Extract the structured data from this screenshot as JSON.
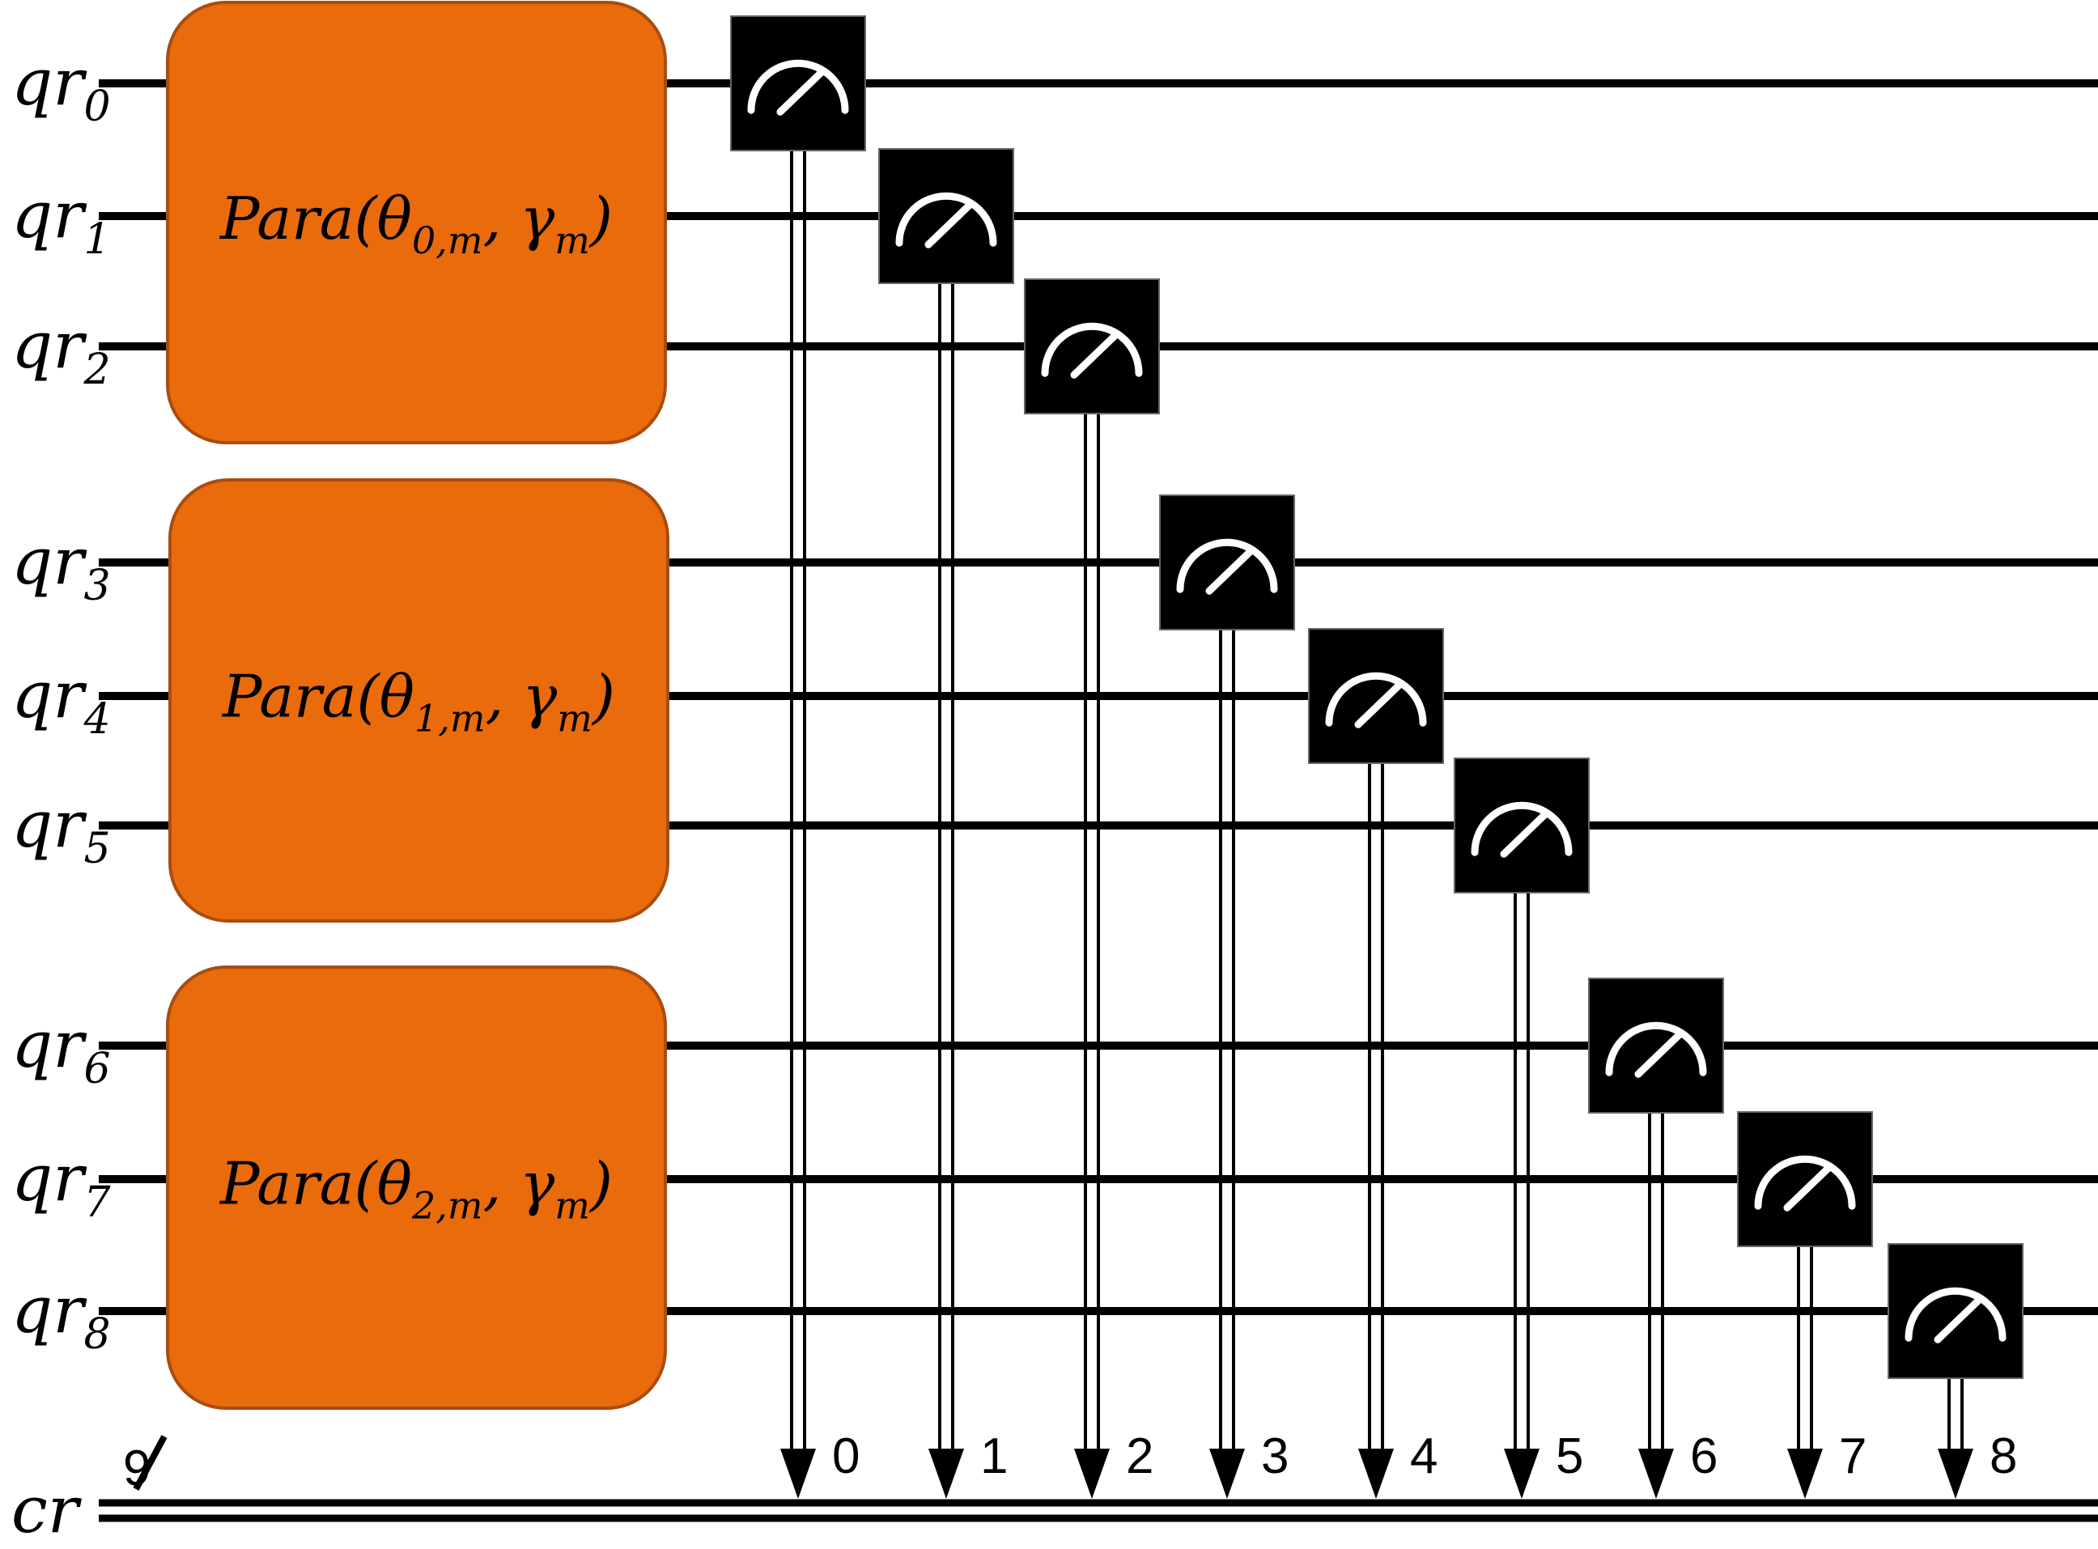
{
  "qubits": [
    {
      "base": "qr",
      "sub": "0"
    },
    {
      "base": "qr",
      "sub": "1"
    },
    {
      "base": "qr",
      "sub": "2"
    },
    {
      "base": "qr",
      "sub": "3"
    },
    {
      "base": "qr",
      "sub": "4"
    },
    {
      "base": "qr",
      "sub": "5"
    },
    {
      "base": "qr",
      "sub": "6"
    },
    {
      "base": "qr",
      "sub": "7"
    },
    {
      "base": "qr",
      "sub": "8"
    }
  ],
  "gates": [
    {
      "name": "Para",
      "theta_sub": "0,m",
      "gamma_sub": "m",
      "qubits": [
        0,
        1,
        2
      ]
    },
    {
      "name": "Para",
      "theta_sub": "1,m",
      "gamma_sub": "m",
      "qubits": [
        3,
        4,
        5
      ]
    },
    {
      "name": "Para",
      "theta_sub": "2,m",
      "gamma_sub": "m",
      "qubits": [
        6,
        7,
        8
      ]
    }
  ],
  "measurements": [
    {
      "qubit": 0,
      "cbit": "0"
    },
    {
      "qubit": 1,
      "cbit": "1"
    },
    {
      "qubit": 2,
      "cbit": "2"
    },
    {
      "qubit": 3,
      "cbit": "3"
    },
    {
      "qubit": 4,
      "cbit": "4"
    },
    {
      "qubit": 5,
      "cbit": "5"
    },
    {
      "qubit": 6,
      "cbit": "6"
    },
    {
      "qubit": 7,
      "cbit": "7"
    },
    {
      "qubit": 8,
      "cbit": "8"
    }
  ],
  "classical_register": {
    "label": "cr",
    "size": "9"
  },
  "colors": {
    "gate_fill": "#e96b0c",
    "gate_border": "#a84d10",
    "meter_fill": "#000000",
    "meter_symbol": "#ffffff"
  },
  "icons": {
    "measure": "meter-icon"
  }
}
